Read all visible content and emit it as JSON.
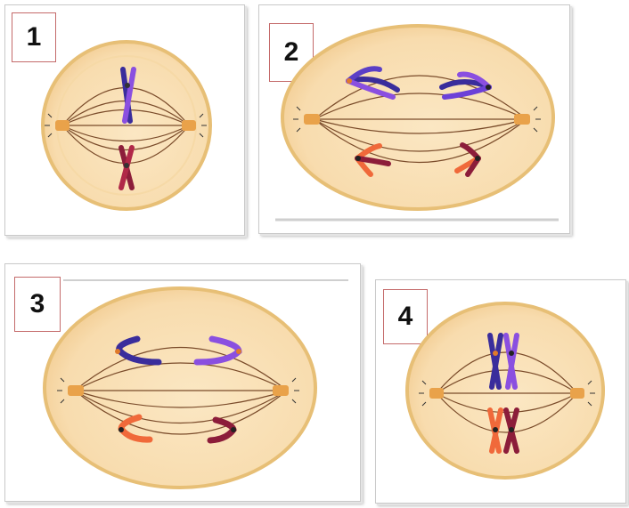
{
  "panels": [
    {
      "label": "1"
    },
    {
      "label": "2"
    },
    {
      "label": "3"
    },
    {
      "label": "4"
    }
  ],
  "colors": {
    "cell_fill": "#f9e0b2",
    "cell_outline": "#e7bf76",
    "spindle": "#7a4b2a",
    "centriole": "#e9a24a",
    "purple_dark": "#3a2d9c",
    "purple_light": "#8a4fe0",
    "orange": "#f0693a",
    "maroon": "#8c1d3a"
  }
}
